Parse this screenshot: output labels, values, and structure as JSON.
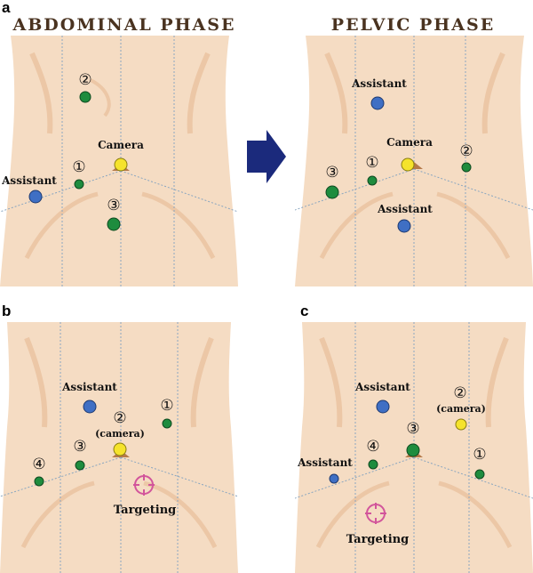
{
  "colors": {
    "skin": "#f5dcc3",
    "skin_shade": "#ecc7a6",
    "midline": "#8aa6c0",
    "port_green": "#1e8c3e",
    "port_blue": "#3f6fc4",
    "port_yellow": "#f5e32c",
    "targeting": "#d2559b",
    "arrow": "#1b2a7c",
    "heading": "#4a3320"
  },
  "panels": [
    {
      "id": "a1",
      "letter": "a",
      "heading": "ABDOMINAL PHASE",
      "labels": [
        {
          "text": "②",
          "role": "port-number"
        },
        {
          "text": "Camera",
          "role": "label"
        },
        {
          "text": "①",
          "role": "port-number"
        },
        {
          "text": "Assistant",
          "role": "label"
        },
        {
          "text": "③",
          "role": "port-number"
        }
      ],
      "ports": [
        {
          "name": "port-2",
          "color": "port_green"
        },
        {
          "name": "camera-port",
          "color": "port_yellow"
        },
        {
          "name": "port-1",
          "color": "port_green"
        },
        {
          "name": "assistant-port",
          "color": "port_blue"
        },
        {
          "name": "port-3",
          "color": "port_green"
        }
      ]
    },
    {
      "id": "a2",
      "letter": "",
      "heading": "PELVIC PHASE",
      "labels": [
        {
          "text": "Assistant",
          "role": "label"
        },
        {
          "text": "Camera",
          "role": "label"
        },
        {
          "text": "②",
          "role": "port-number"
        },
        {
          "text": "①",
          "role": "port-number"
        },
        {
          "text": "③",
          "role": "port-number"
        },
        {
          "text": "Assistant",
          "role": "label"
        }
      ],
      "ports": [
        {
          "name": "assistant-port-upper",
          "color": "port_blue"
        },
        {
          "name": "camera-port",
          "color": "port_yellow"
        },
        {
          "name": "port-2",
          "color": "port_green"
        },
        {
          "name": "port-1",
          "color": "port_green"
        },
        {
          "name": "port-3",
          "color": "port_green"
        },
        {
          "name": "assistant-port-lower",
          "color": "port_blue"
        }
      ]
    },
    {
      "id": "b",
      "letter": "b",
      "heading": "",
      "labels": [
        {
          "text": "Assistant",
          "role": "label"
        },
        {
          "text": "①",
          "role": "port-number"
        },
        {
          "text": "②",
          "role": "port-number"
        },
        {
          "text": "(camera)",
          "role": "label"
        },
        {
          "text": "③",
          "role": "port-number"
        },
        {
          "text": "④",
          "role": "port-number"
        },
        {
          "text": "Targeting",
          "role": "label"
        }
      ],
      "ports": [
        {
          "name": "assistant-port",
          "color": "port_blue"
        },
        {
          "name": "port-1",
          "color": "port_green"
        },
        {
          "name": "camera-port-2",
          "color": "port_yellow"
        },
        {
          "name": "port-3",
          "color": "port_green"
        },
        {
          "name": "port-4",
          "color": "port_green"
        }
      ]
    },
    {
      "id": "c",
      "letter": "c",
      "heading": "",
      "labels": [
        {
          "text": "Assistant",
          "role": "label"
        },
        {
          "text": "②",
          "role": "port-number"
        },
        {
          "text": "(camera)",
          "role": "label"
        },
        {
          "text": "③",
          "role": "port-number"
        },
        {
          "text": "④",
          "role": "port-number"
        },
        {
          "text": "①",
          "role": "port-number"
        },
        {
          "text": "Assistant",
          "role": "label"
        },
        {
          "text": "Targeting",
          "role": "label"
        }
      ],
      "ports": [
        {
          "name": "assistant-port-upper",
          "color": "port_blue"
        },
        {
          "name": "camera-port-2",
          "color": "port_yellow"
        },
        {
          "name": "port-3",
          "color": "port_green"
        },
        {
          "name": "port-4",
          "color": "port_green"
        },
        {
          "name": "port-1",
          "color": "port_green"
        },
        {
          "name": "assistant-port-lower",
          "color": "port_blue"
        }
      ]
    }
  ]
}
